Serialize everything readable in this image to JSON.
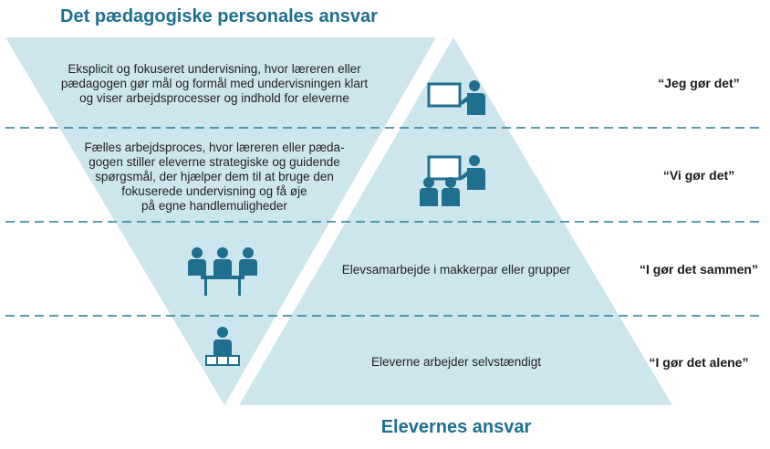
{
  "titles": {
    "top": "Det pædagogiske personales ansvar",
    "bottom": "Elevernes ansvar"
  },
  "rows": [
    {
      "text": "Eksplicit og fokuseret undervisning, hvor læreren eller\npædagogen gør mål og formål med undervisningen klart\nog viser arbejdsprocesser og indhold for eleverne",
      "quote": "“Jeg gør det”",
      "icon": "teacher-at-board-icon"
    },
    {
      "text": "Fælles arbejdsproces, hvor læreren eller pæda-\ngogen stiller eleverne strategiske og guidende\nspørgsmål, der hjælper dem til at bruge den\nfokuserede undervisning og få øje\npå egne handlemuligheder",
      "quote": "“Vi gør det”",
      "icon": "teacher-with-students-icon"
    },
    {
      "text": "Elevsamarbejde i makkerpar eller grupper",
      "quote": "“I gør det sammen”",
      "icon": "group-at-table-icon"
    },
    {
      "text": "Eleverne arbejder selvstændigt",
      "quote": "“I gør det alene”",
      "icon": "student-at-desk-icon"
    }
  ],
  "colors": {
    "triangle": "#cde6ee",
    "icon": "#1f6f8f",
    "dash": "#2a7a96",
    "title": "#1f6f8f"
  }
}
